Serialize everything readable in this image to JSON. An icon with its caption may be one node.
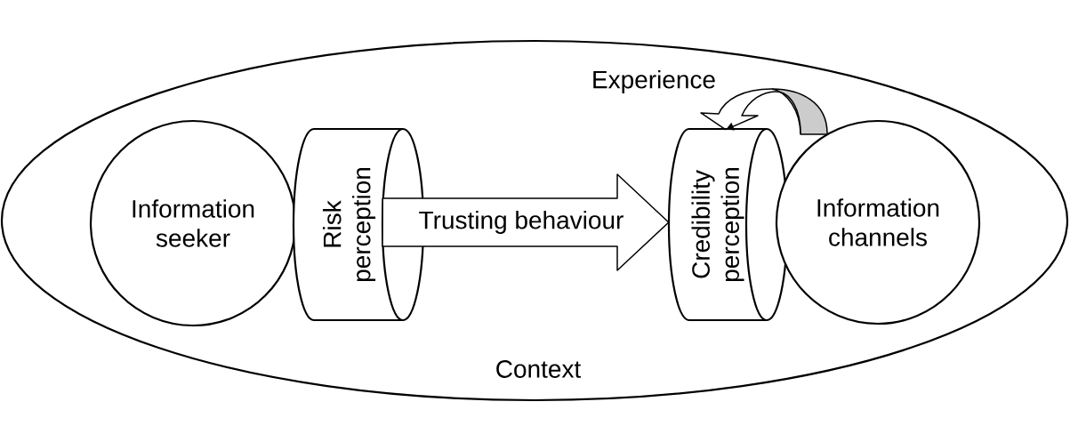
{
  "diagram": {
    "nodes": [
      {
        "text": [
          "Context"
        ]
      },
      {
        "text": [
          "Information seeker"
        ],
        "in": 0
      },
      {
        "text": [
          "Risk perception"
        ],
        "in": 0
      },
      {
        "text": [
          "Credibility perception"
        ],
        "in": 0
      },
      {
        "text": [
          "Information channels"
        ],
        "in": 0
      }
    ],
    "edges": [
      {
        "from": 2,
        "to": 3,
        "arrow": "to",
        "label": "Trusting behaviour"
      },
      {
        "from": 4,
        "to": 3,
        "arrow": "to",
        "label": "Experience"
      }
    ]
  }
}
